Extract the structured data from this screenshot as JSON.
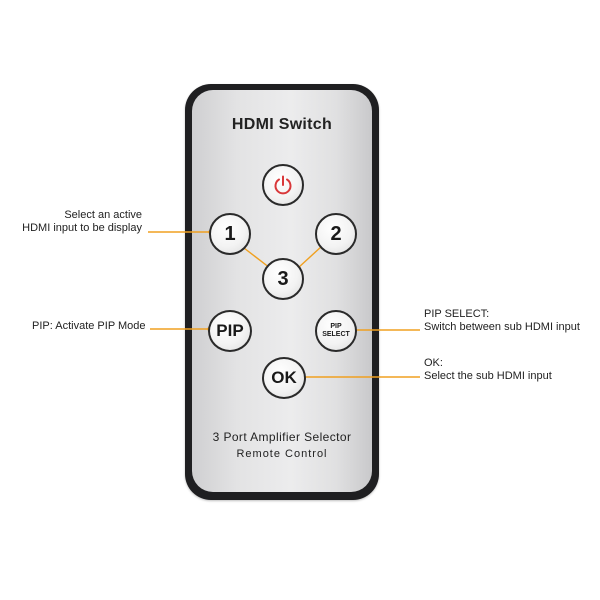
{
  "remote": {
    "title": "HDMI Switch",
    "footer_line1": "3 Port Amplifier Selector",
    "footer_line2": "Remote Control",
    "buttons": {
      "one": "1",
      "two": "2",
      "three": "3",
      "pip": "PIP",
      "pip_select_line1": "PIP",
      "pip_select_line2": "SELECT",
      "ok": "OK"
    }
  },
  "callouts": {
    "select_input_line1": "Select an active",
    "select_input_line2": "HDMI input to be display",
    "pip_activate": "PIP: Activate PIP Mode",
    "pip_select_title": "PIP SELECT:",
    "pip_select_desc": "Switch between sub HDMI input",
    "ok_title": "OK:",
    "ok_desc": "Select the sub HDMI input"
  },
  "colors": {
    "callout_line": "#f0a020",
    "power_icon": "#d9383a",
    "remote_body": "#1f1f21"
  },
  "icons": {
    "power": "power-icon"
  }
}
